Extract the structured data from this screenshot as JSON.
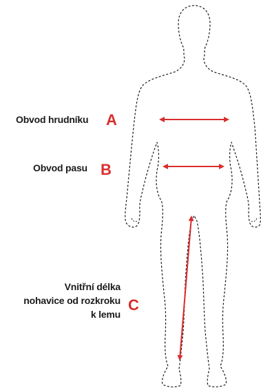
{
  "measurements": [
    {
      "label": "Obvod hrudníku",
      "letter": "A"
    },
    {
      "label": "Obvod pasu",
      "letter": "B"
    },
    {
      "label_lines": [
        "Vnitřní délka",
        "nohavice od rozkroku",
        "k lemu"
      ],
      "letter": "C"
    }
  ],
  "colors": {
    "arrow": "#d92d2d",
    "outline": "#1a1a1a",
    "text": "#1a1a1a"
  }
}
